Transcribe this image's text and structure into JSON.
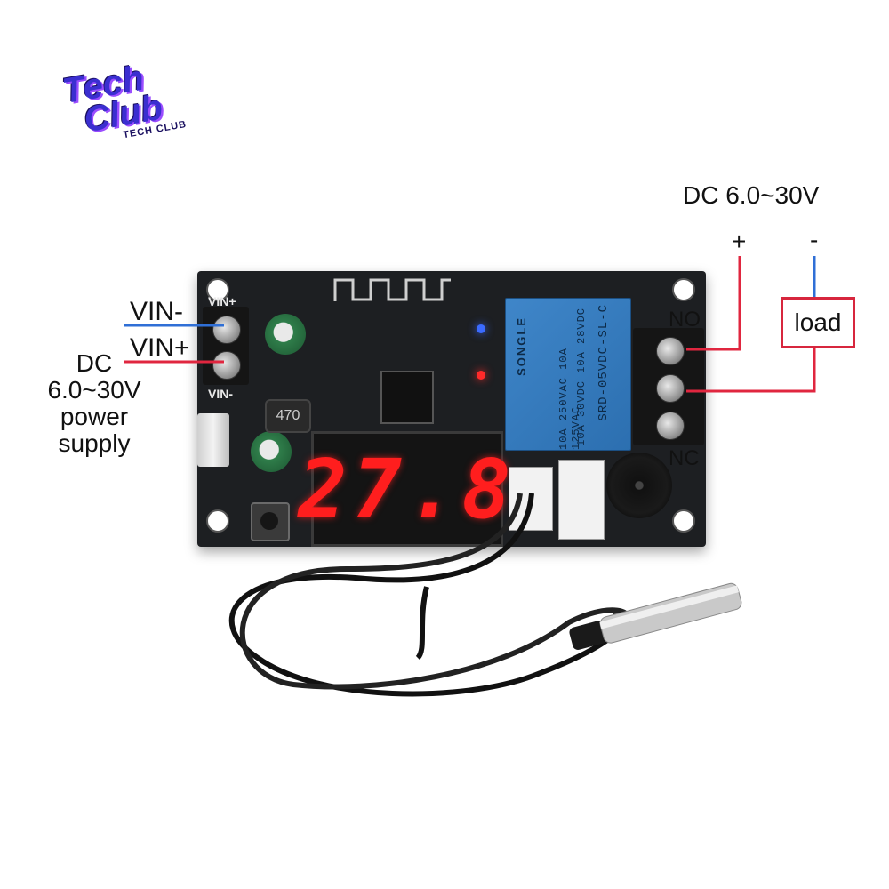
{
  "logo": {
    "line1": "Tech",
    "line2": "Club",
    "sub": "TECH CLUB"
  },
  "callouts": {
    "vin_minus_top": "VIN-",
    "vin_plus": "VIN+",
    "supply": [
      "DC",
      "6.0~30V",
      "power",
      "supply"
    ],
    "load_supply": "DC  6.0~30V",
    "plus": "+",
    "minus": "-",
    "load": "load",
    "no": "NO",
    "nc": "NC"
  },
  "board": {
    "silk_vin_plus": "VIN+",
    "silk_vin_minus": "VIN-",
    "display_value": "27.8",
    "relay_brand": "SONGLE",
    "relay_model": "SRD-05VDC-SL-C",
    "relay_rating_1": "10A 250VAC  10A 125VAC",
    "relay_rating_2": "10A 30VDC  10A 28VDC",
    "inductor_label": "470"
  },
  "colors": {
    "wire_red": "#e0263f",
    "wire_blue": "#2f6fd6",
    "display_red": "#ff1e1e",
    "relay_blue": "#3f86c9",
    "pcb": "#1d1f22"
  }
}
